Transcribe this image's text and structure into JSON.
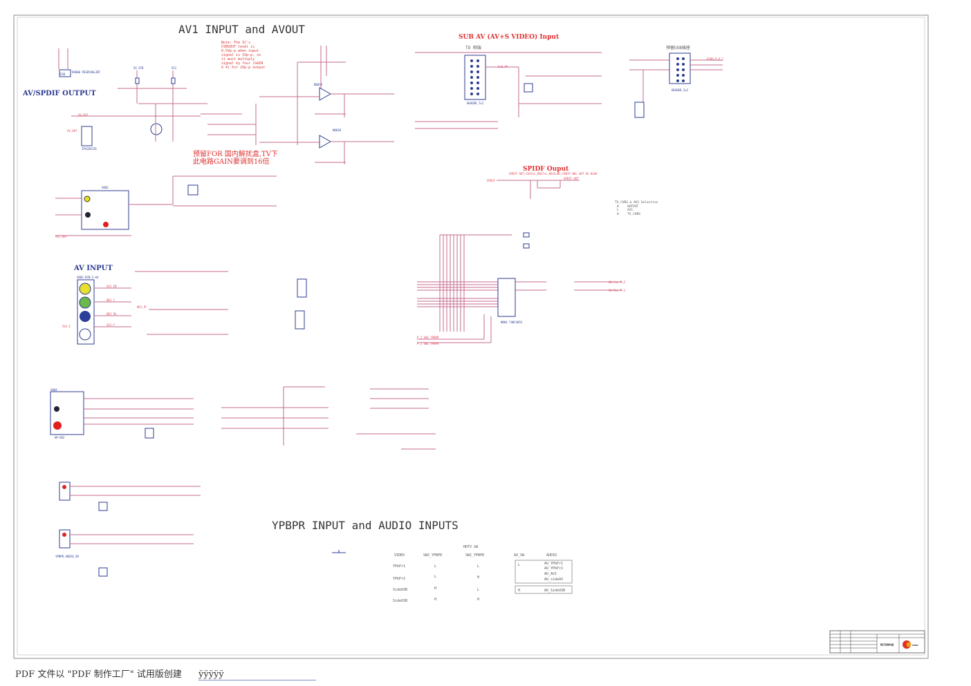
{
  "titles": {
    "av1": "AV1 INPUT and AVOUT",
    "ypbpr": "YPBPR INPUT and  AUDIO INPUTS",
    "av_spdif_out": "AV/SPDIF OUTPUT",
    "av_input": "AV INPUT",
    "sub_av": "SUB AV (AV+S VIDEO) Input",
    "spdif": "SPIDF Ouput",
    "to_side": "TO 侧端",
    "usb_reserve": "预留USB插座"
  },
  "note": [
    "Note: The IC's",
    "CVBSOUT level is",
    "0.5Vp-p when input",
    "signal is 1Vp-p, so",
    "it must multiply",
    "signal by four (GAIN",
    "X 4) for 2Vp-p output"
  ],
  "red_note": [
    "预留FOR 国内解扰盒,TV下",
    "此电路GAIN要调到16倍"
  ],
  "spdif_note": "SPDIF OUT:C815+L,R827+L,R833=NC;SPDIF NOL OUT AS BLUE",
  "selection": {
    "title": "TV_CVBS & AV1  Selection",
    "rows": [
      [
        "0",
        "OUTPUT"
      ],
      [
        "L",
        "AV1"
      ],
      [
        "H",
        "TV_CVBS"
      ]
    ]
  },
  "hdtv_table": {
    "caption": "HDTV   SW",
    "headers": [
      "VIDEO",
      "SW2_YPBPR",
      "SW1_YPBPR",
      "AU_SW",
      "AUDIO"
    ],
    "rows": [
      [
        "YPbPr1",
        "L",
        "L"
      ],
      [
        "YPbPr2",
        "L",
        "H"
      ],
      [
        "SideUSB",
        "H",
        "L"
      ],
      [
        "SideUSB",
        "H",
        "H"
      ]
    ],
    "au_low": "L",
    "au_low_list": [
      "AU_YPbPr1",
      "AU_YPbPr2",
      "AU_AV1",
      "AU_sideAV"
    ],
    "au_high": "H",
    "au_high_list": [
      "AU_SideUSB"
    ]
  },
  "components": {
    "u800": "VD800 PESD5V0L2BT",
    "esd": "ESD",
    "x803": "X803 RCN-5-A4",
    "x802": "X802",
    "x804": "X804",
    "u804": "N804 74HC4052",
    "hp": "HP-RV2",
    "h8045": "HEADER_7x2",
    "h8042": "HEADER_5x2",
    "ip": "IP4283CZ6",
    "n801a": "N801A",
    "n801b": "N801B",
    "cvbs_out": "AV_OUT",
    "av1_in": "AV1_IN",
    "sv1_y": "SV1-Y",
    "sv1_c": "SV1-C",
    "hd1_y": "HD1_Y",
    "hd1_pb": "HD1_Pb",
    "hd1_pr": "HD1_Pr",
    "sub_av": "Sub_AV",
    "spdif_out": "SPDIF_OUT",
    "spdif_in": "SPDIF",
    "sw1": "P_2 SW1_YPBPR",
    "sw2": "P_2 SW2_YPBPR",
    "aiu_l": "AU Lin P_2",
    "aiu_r": "AU Rin P_2",
    "ypbpr_audio": "YPBPR_AUDIO_IN",
    "vcc": "5V_STB",
    "v12": "V12",
    "usb": "USB0_D_P_2",
    "av1_out": "AV1_OUT"
  },
  "title_block": {
    "model": "MST6M48Q",
    "brand": "KONKA"
  },
  "footer": {
    "text": "PDF 文件以 \"PDF 制作工厂\" 试用版创建",
    "mark": "ÿÿÿÿÿ"
  },
  "colors": {
    "wire": "#c46a8e",
    "component": "#2b3a8f",
    "label": "#e03030"
  }
}
